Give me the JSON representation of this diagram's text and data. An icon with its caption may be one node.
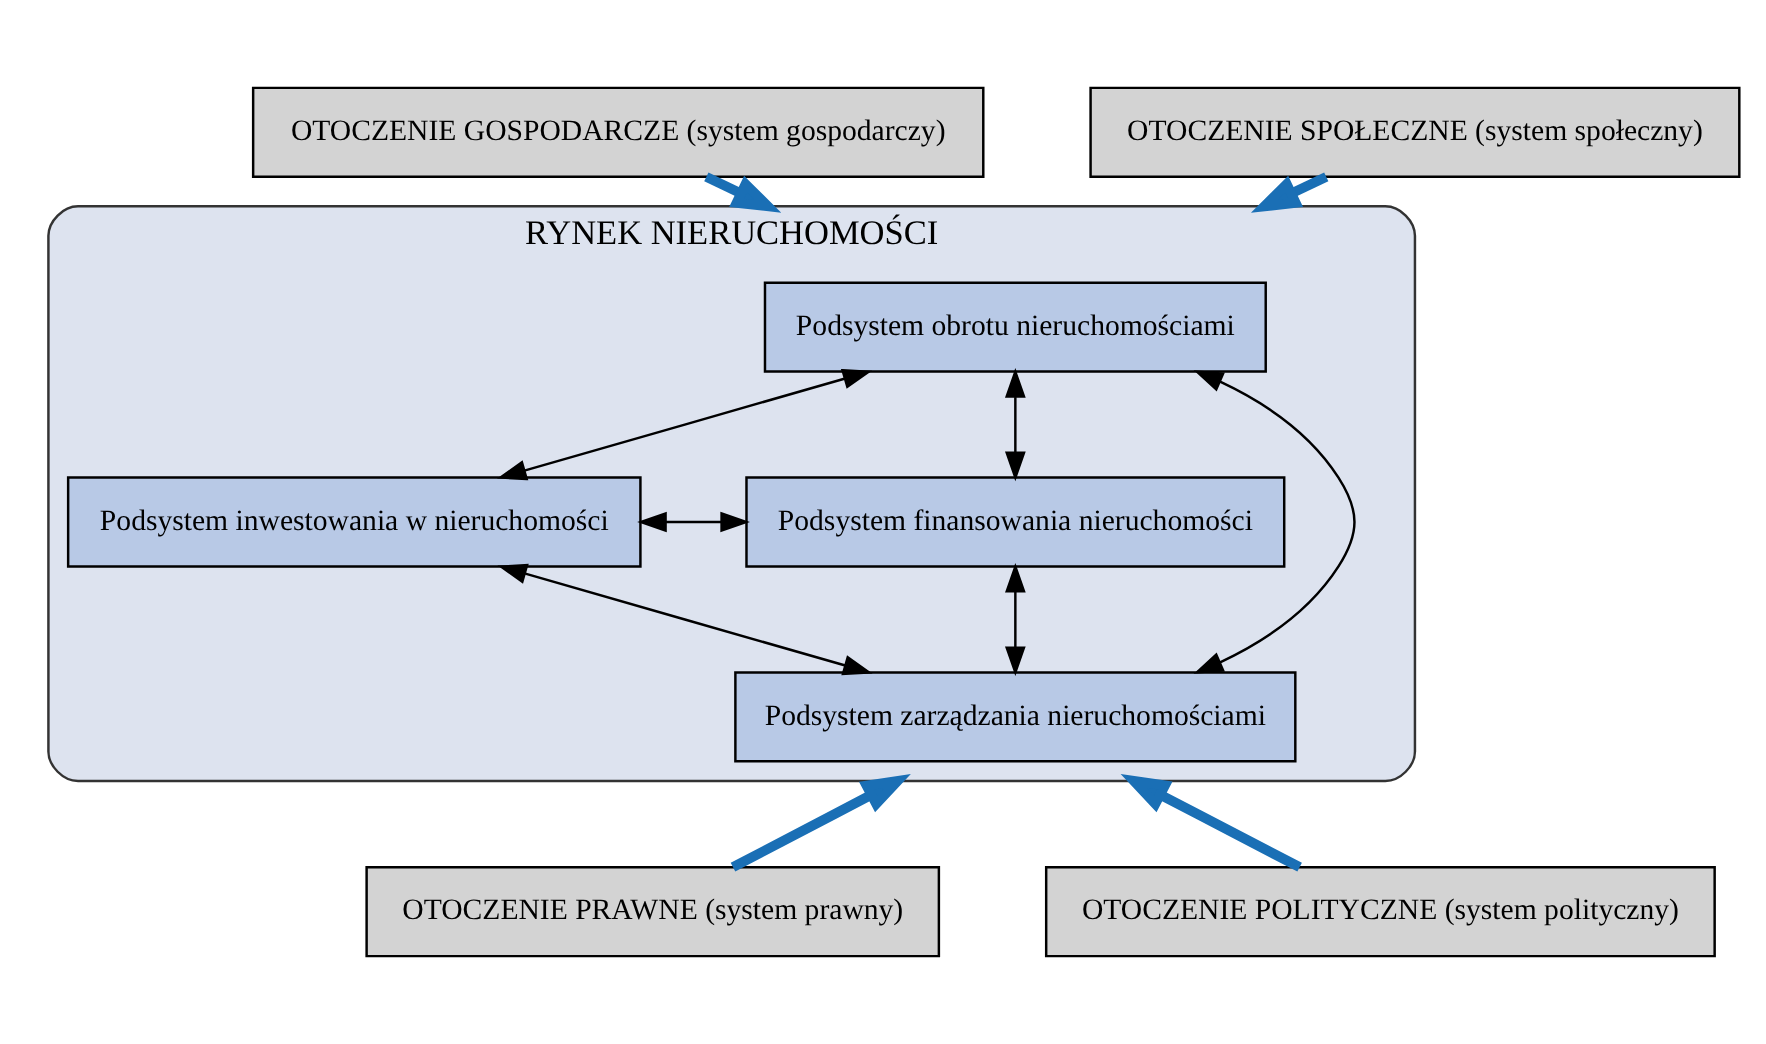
{
  "diagram": {
    "nodes": [
      {
        "text": [
          "RYNEK NIERUCHOMOŚCI"
        ]
      },
      {
        "text": [
          "Podsystem obrotu nieruchomościami"
        ],
        "in": 0
      },
      {
        "text": [
          "Podsystem inwestowania w nieruchomości"
        ],
        "in": 0
      },
      {
        "text": [
          "Podsystem finansowania nieruchomości"
        ],
        "in": 0
      },
      {
        "text": [
          "Podsystem zarządzania nieruchomościami"
        ],
        "in": 0
      },
      {
        "text": [
          "OTOCZENIE GOSPODARCZE (system gospodarczy)"
        ]
      },
      {
        "text": [
          "OTOCZENIE SPOŁECZNE (system społeczny)"
        ]
      },
      {
        "text": [
          "OTOCZENIE PRAWNE (system prawny)"
        ]
      },
      {
        "text": [
          "OTOCZENIE POLITYCZNE (system polityczny)"
        ]
      }
    ],
    "edges": [
      {
        "from": 1,
        "to": 2,
        "arrow": "both"
      },
      {
        "from": 1,
        "to": 3,
        "arrow": "both"
      },
      {
        "from": 1,
        "to": 4,
        "arrow": "both"
      },
      {
        "from": 2,
        "to": 3,
        "arrow": "both"
      },
      {
        "from": 2,
        "to": 4,
        "arrow": "both"
      },
      {
        "from": 3,
        "to": 4,
        "arrow": "both"
      },
      {
        "from": 5,
        "to": 0,
        "arrow": "to",
        "style": "thick",
        "color": "#1a6fb5"
      },
      {
        "from": 6,
        "to": 0,
        "arrow": "to",
        "style": "thick",
        "color": "#1a6fb5"
      },
      {
        "from": 7,
        "to": 0,
        "arrow": "to",
        "style": "thick",
        "color": "#1a6fb5"
      },
      {
        "from": 8,
        "to": 0,
        "arrow": "to",
        "style": "thick",
        "color": "#1a6fb5"
      }
    ]
  }
}
